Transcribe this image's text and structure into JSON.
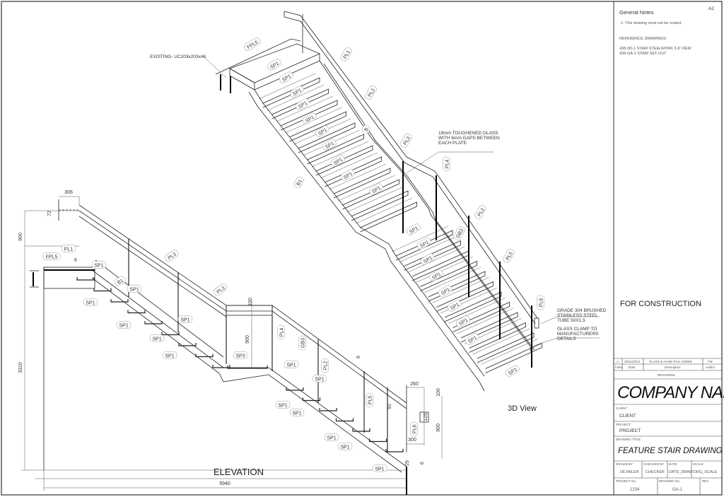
{
  "sheet": {
    "size": "A2"
  },
  "notes": {
    "title": "General Notes",
    "items": [
      "1.  This drawing must not be scaled."
    ],
    "ref_title": "REFERENCE DRAWINGS:",
    "refs": [
      "438-3D-1  STAIR STEELWORK 3-D VIEW",
      "438-GA-1  STAIR SET-OUT"
    ],
    "status": "FOR CONSTRUCTION"
  },
  "revisions": {
    "row": {
      "index": "A",
      "date": "28/11/2012",
      "description": "GLASS & HAND RAIL ADDED",
      "author": "FM"
    },
    "headers": {
      "index": "Index",
      "date": "Date",
      "description": "Description",
      "author": "Author"
    },
    "title": "REVISIONS"
  },
  "title_block": {
    "company": "COMPANY NAME",
    "client_label": "CLIENT",
    "client": "CLIENT",
    "project_label": "PROJECT",
    "project": "PROJECT",
    "drawing_title_label": "DRAWING TITLE",
    "drawing_title": "FEATURE STAIR DRAWING",
    "drawn_label": "DRAWN BY",
    "drawn": "DETAILER",
    "checked_label": "CHECKED BY",
    "checked": "CHECKER",
    "date_label": "DATE",
    "date": "DATE_DRAW",
    "scale_label": "SCALE",
    "scale": "DRG_SCALE",
    "project_no_label": "PROJECT No.",
    "project_no": "1234",
    "drawing_no_label": "DRAWING No.",
    "drawing_no": "GA-1",
    "rev_label": "REV"
  },
  "views": {
    "elevation": "ELEVATION",
    "iso": "3D View"
  },
  "annotations": {
    "existing": "EXISTING- UC203x203x46",
    "glass": [
      "19mm TOUGHENED GLASS",
      "WITH 6mm GAPS BETWEEN",
      "EACH PLATE"
    ],
    "tube": [
      "GRADE 304 BRUSHED",
      "STAINLESS STEEL",
      "TUBE 50X1.5"
    ],
    "clamp": [
      "GLASS CLAMP TO",
      "MANUFACTURERS",
      "DETAILS"
    ]
  },
  "elevation_tags": [
    "PL1",
    "FPL5",
    "SP1",
    "B1",
    "SP1",
    "SP1",
    "PL3",
    "PL3",
    "SP1",
    "SP1",
    "SP1",
    "SP1",
    "SP3",
    "PL4",
    "GB3",
    "SP1",
    "PL2",
    "SP1",
    "SP1",
    "SP1",
    "SP1",
    "PL5",
    "SP1",
    "PL6",
    "SP1"
  ],
  "elevation_dims": [
    "306",
    "72",
    "900",
    "6",
    "3310",
    "100",
    "900",
    "6",
    "260",
    "100",
    "92",
    "125",
    "900",
    "300",
    "29",
    "6",
    "5940"
  ],
  "iso_tags": [
    "FPL5",
    "SP1",
    "SP1",
    "SP1",
    "SP1",
    "SP1",
    "SP1",
    "SP1",
    "SP1",
    "SP1",
    "SP1",
    "PL1",
    "PL3",
    "PL3",
    "PL4",
    "PL2",
    "PL5",
    "PL6",
    "GB3",
    "B1",
    "B",
    "SP1",
    "SP1",
    "SP1",
    "SP1",
    "SP1",
    "SP1",
    "SP1",
    "SP1",
    "SP1"
  ]
}
